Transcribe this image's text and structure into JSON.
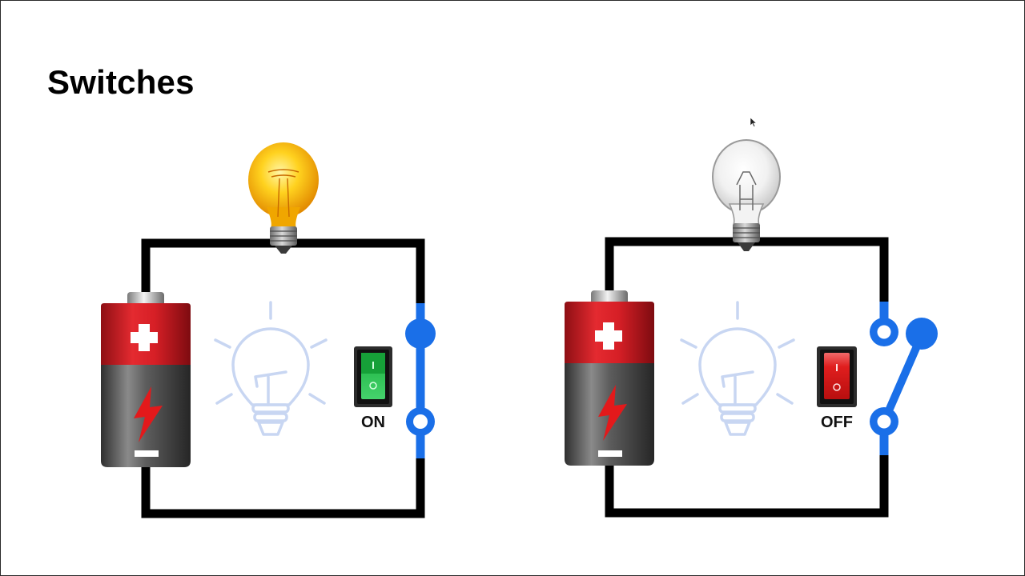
{
  "slide": {
    "title": "Switches"
  },
  "circuits": [
    {
      "id": "closed-circuit",
      "bulb_state": "lit",
      "switch_state": "on",
      "switch_label": "ON",
      "switch_color": "#22b14c",
      "bulb_color": "#f5b400"
    },
    {
      "id": "open-circuit",
      "bulb_state": "unlit",
      "switch_state": "off",
      "switch_label": "OFF",
      "switch_color": "#d81f1f",
      "bulb_color": "#e6e6e6"
    }
  ],
  "colors": {
    "wire": "#000000",
    "switch_contact": "#1a6fe8",
    "battery_positive": "#d61f26",
    "battery_body": "#555555",
    "bolt": "#e3191b",
    "watermark_bulb": "#c8d6f2"
  },
  "icons": {
    "battery": "battery-icon",
    "bulb": "light-bulb-icon",
    "rocker_switch": "rocker-switch-icon",
    "watermark": "light-bulb-outline-icon"
  }
}
